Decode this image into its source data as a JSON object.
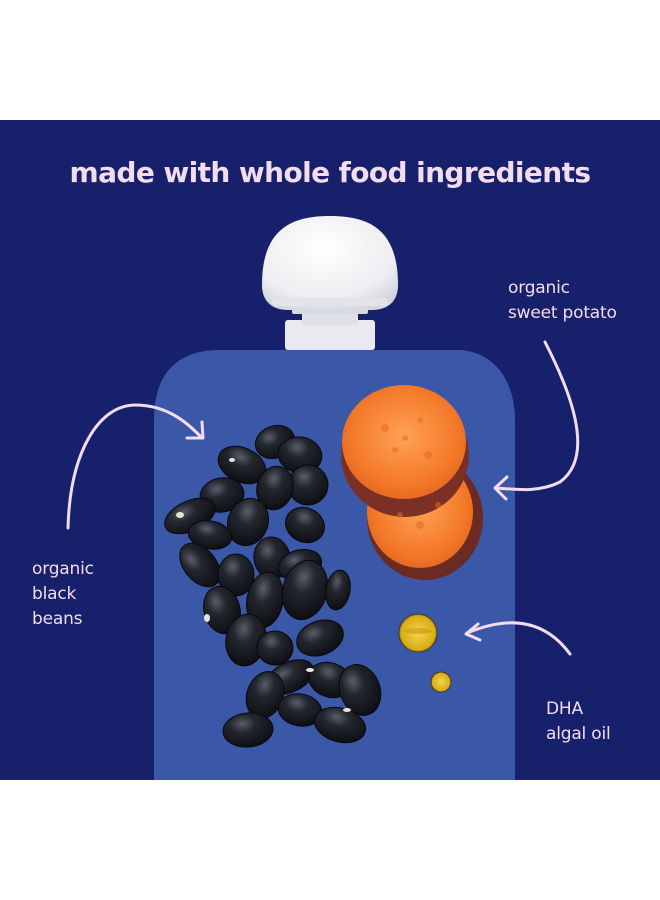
{
  "title": "made with whole food ingredients",
  "labels": {
    "sweet_potato": [
      "organic",
      "sweet potato"
    ],
    "black_beans": [
      "organic",
      "black",
      "beans"
    ],
    "dha_oil": [
      "DHA",
      "algal oil"
    ]
  },
  "colors": {
    "background_navy": "#17206b",
    "pouch_blue": "#3b57a8",
    "text_pink": "#f4dcef",
    "sweet_potato_orange": "#f47a2a",
    "oil_gold": "#e0b520",
    "bean_black": "#15171d",
    "cap_white": "#f7f7f9"
  },
  "icons": {
    "arrow_beans": "curved-arrow-right-down",
    "arrow_sweet_potato": "curved-arrow-left",
    "arrow_oil": "curved-arrow-left"
  }
}
